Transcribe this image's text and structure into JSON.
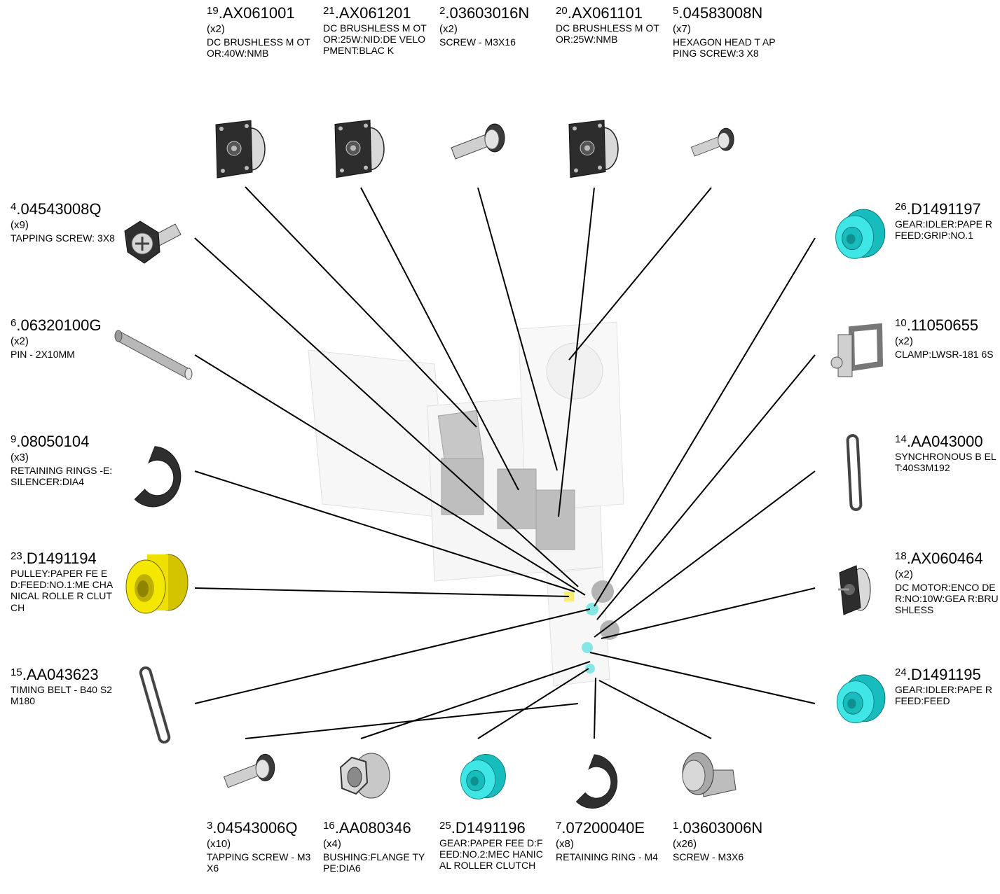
{
  "parts": [
    {
      "idx": "19",
      "pn": "AX061001",
      "qty": "(x2)",
      "desc": "DC BRUSHLESS M OTOR:40W:NMB",
      "icon": "motor-icon"
    },
    {
      "idx": "21",
      "pn": "AX061201",
      "qty": "",
      "desc": "DC BRUSHLESS M OTOR:25W:NID:DE VELOPMENT:BLAC K",
      "icon": "motor-icon"
    },
    {
      "idx": "2",
      "pn": "03603016N",
      "qty": "(x2)",
      "desc": "SCREW - M3X16",
      "icon": "screw-icon"
    },
    {
      "idx": "20",
      "pn": "AX061101",
      "qty": "",
      "desc": "DC BRUSHLESS M OTOR:25W:NMB",
      "icon": "motor-icon"
    },
    {
      "idx": "5",
      "pn": "04583008N",
      "qty": "(x7)",
      "desc": "HEXAGON HEAD T APPING SCREW:3 X8",
      "icon": "screw-icon"
    },
    {
      "idx": "4",
      "pn": "04543008Q",
      "qty": "(x9)",
      "desc": "TAPPING SCREW: 3X8",
      "icon": "screw-icon"
    },
    {
      "idx": "6",
      "pn": "06320100G",
      "qty": "(x2)",
      "desc": "PIN - 2X10MM",
      "icon": "pin-icon"
    },
    {
      "idx": "9",
      "pn": "08050104",
      "qty": "(x3)",
      "desc": "RETAINING RINGS -E:SILENCER:DIA4",
      "icon": "retaining-ring-icon"
    },
    {
      "idx": "23",
      "pn": "D1491194",
      "qty": "",
      "desc": "PULLEY:PAPER FE ED:FEED:NO.1:ME CHANICAL ROLLE R CLUTCH",
      "icon": "pulley-icon"
    },
    {
      "idx": "15",
      "pn": "AA043623",
      "qty": "",
      "desc": "TIMING BELT - B40 S2M180",
      "icon": "belt-icon"
    },
    {
      "idx": "26",
      "pn": "D1491197",
      "qty": "",
      "desc": "GEAR:IDLER:PAPE R FEED:GRIP:NO.1",
      "icon": "gear-icon"
    },
    {
      "idx": "10",
      "pn": "11050655",
      "qty": "(x2)",
      "desc": "CLAMP:LWSR-181 6S",
      "icon": "clamp-icon"
    },
    {
      "idx": "14",
      "pn": "AA043000",
      "qty": "",
      "desc": "SYNCHRONOUS B ELT:40S3M192",
      "icon": "belt-icon"
    },
    {
      "idx": "18",
      "pn": "AX060464",
      "qty": "(x2)",
      "desc": "DC MOTOR:ENCO DER:NO:10W:GEA R:BRUSHLESS",
      "icon": "motor-icon"
    },
    {
      "idx": "24",
      "pn": "D1491195",
      "qty": "",
      "desc": "GEAR:IDLER:PAPE R FEED:FEED",
      "icon": "gear-icon"
    },
    {
      "idx": "3",
      "pn": "04543006Q",
      "qty": "(x10)",
      "desc": "TAPPING SCREW - M3X6",
      "icon": "screw-icon"
    },
    {
      "idx": "16",
      "pn": "AA080346",
      "qty": "(x4)",
      "desc": "BUSHING:FLANGE TYPE:DIA6",
      "icon": "bushing-icon"
    },
    {
      "idx": "25",
      "pn": "D1491196",
      "qty": "",
      "desc": "GEAR:PAPER FEE D:FEED:NO.2:MEC HANICAL ROLLER CLUTCH",
      "icon": "gear-icon"
    },
    {
      "idx": "7",
      "pn": "07200040E",
      "qty": "(x8)",
      "desc": "RETAINING RING - M4",
      "icon": "retaining-ring-icon"
    },
    {
      "idx": "1",
      "pn": "03603006N",
      "qty": "(x26)",
      "desc": "SCREW - M3X6",
      "icon": "screw-icon"
    }
  ],
  "colors": {
    "leader": "#000000",
    "cyan": "#22d3d3",
    "yellow": "#f0e000",
    "dark": "#333333",
    "grey": "#bdbdbd"
  }
}
